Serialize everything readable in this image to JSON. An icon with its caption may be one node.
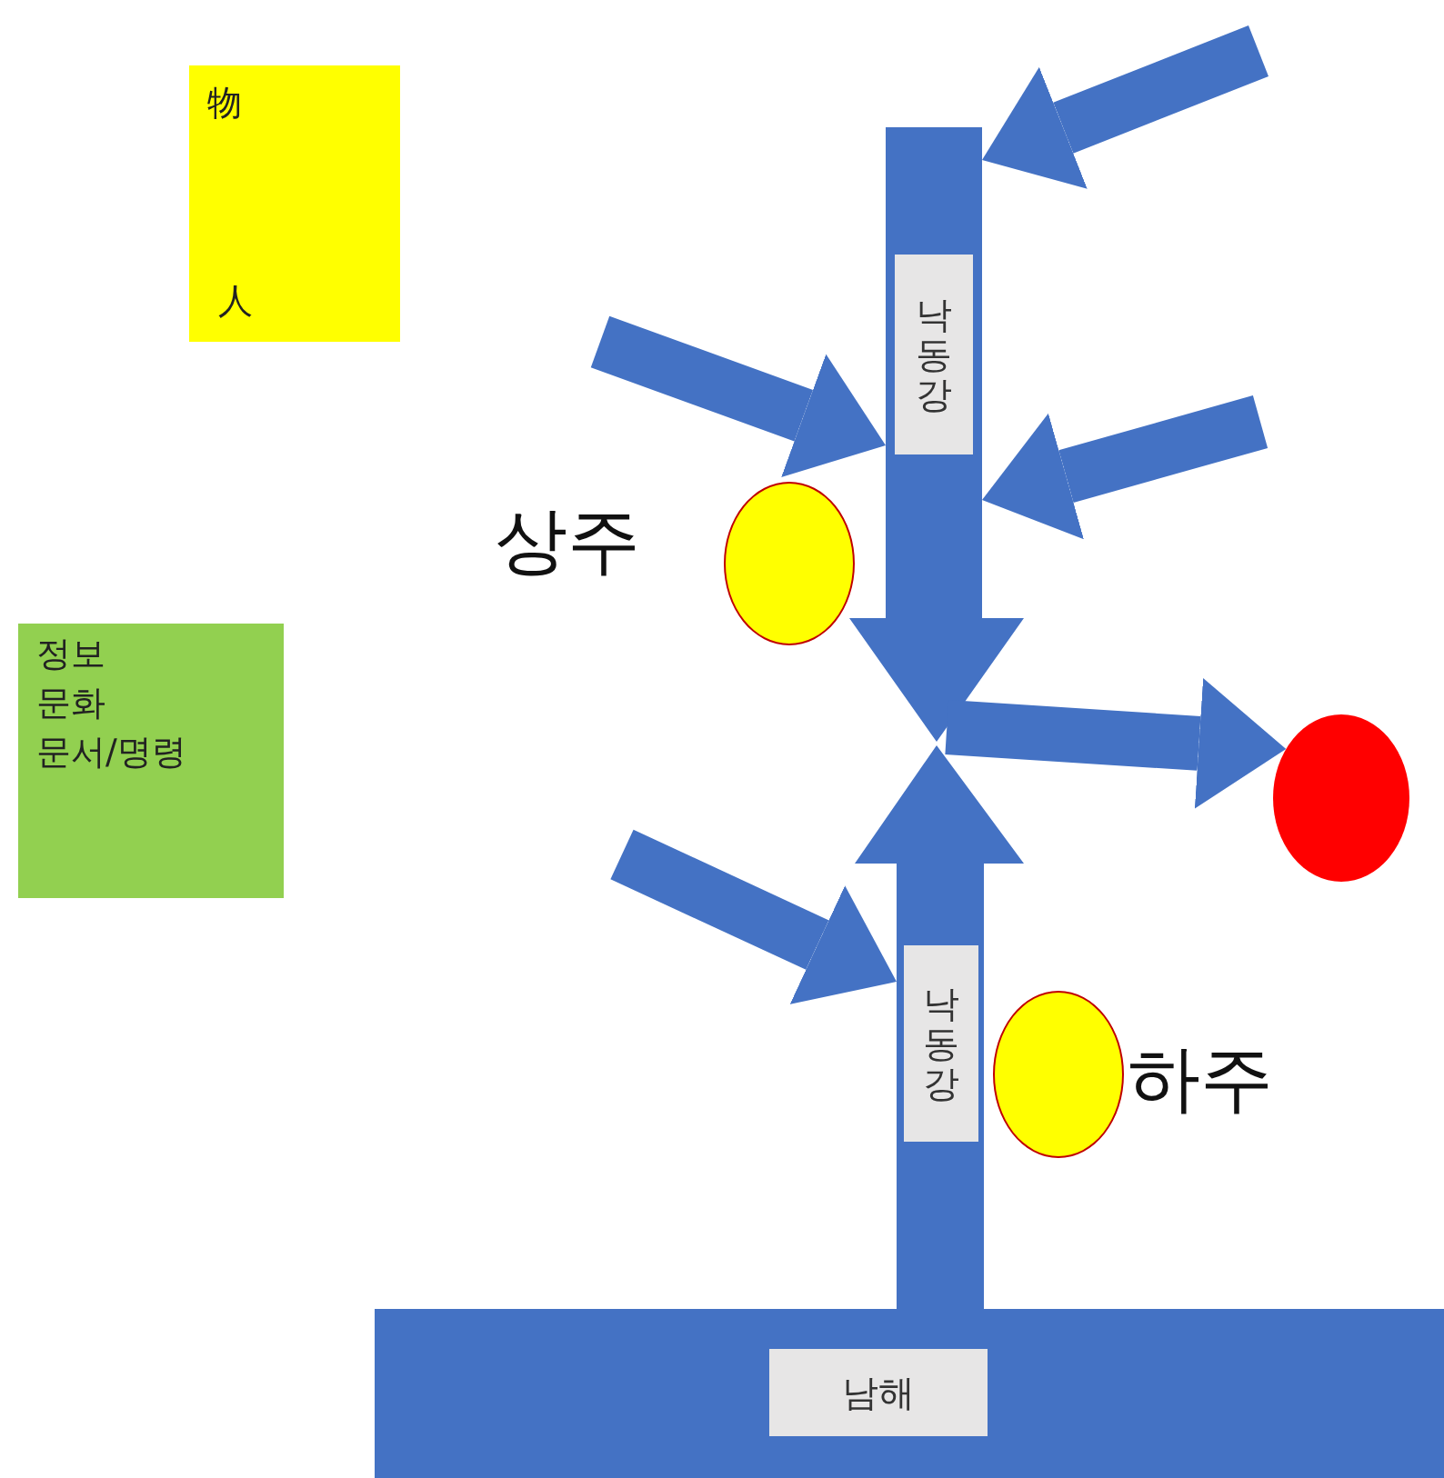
{
  "diagram": {
    "nodes": [
      {
        "text": [
          "物",
          "人"
        ]
      },
      {
        "text": [
          "낙동강"
        ]
      },
      {
        "text": [],
        "shape": "circle",
        "beside": [
          "상주"
        ]
      },
      {
        "text": [
          "정보",
          "문화",
          "문서/명령"
        ]
      },
      {
        "text": [],
        "shape": "circle"
      },
      {
        "text": [
          "낙동강"
        ]
      },
      {
        "text": [],
        "shape": "circle",
        "beside": [
          "하주"
        ]
      },
      {
        "text": [
          "남해"
        ]
      }
    ],
    "edges": [
      {
        "from": null,
        "to": 1,
        "arrow": "to"
      },
      {
        "from": null,
        "to": 1,
        "arrow": "to"
      },
      {
        "from": null,
        "to": 1,
        "arrow": "to"
      },
      {
        "from": 1,
        "to": 4,
        "arrow": "to"
      },
      {
        "from": null,
        "to": 5,
        "arrow": "to"
      }
    ]
  }
}
